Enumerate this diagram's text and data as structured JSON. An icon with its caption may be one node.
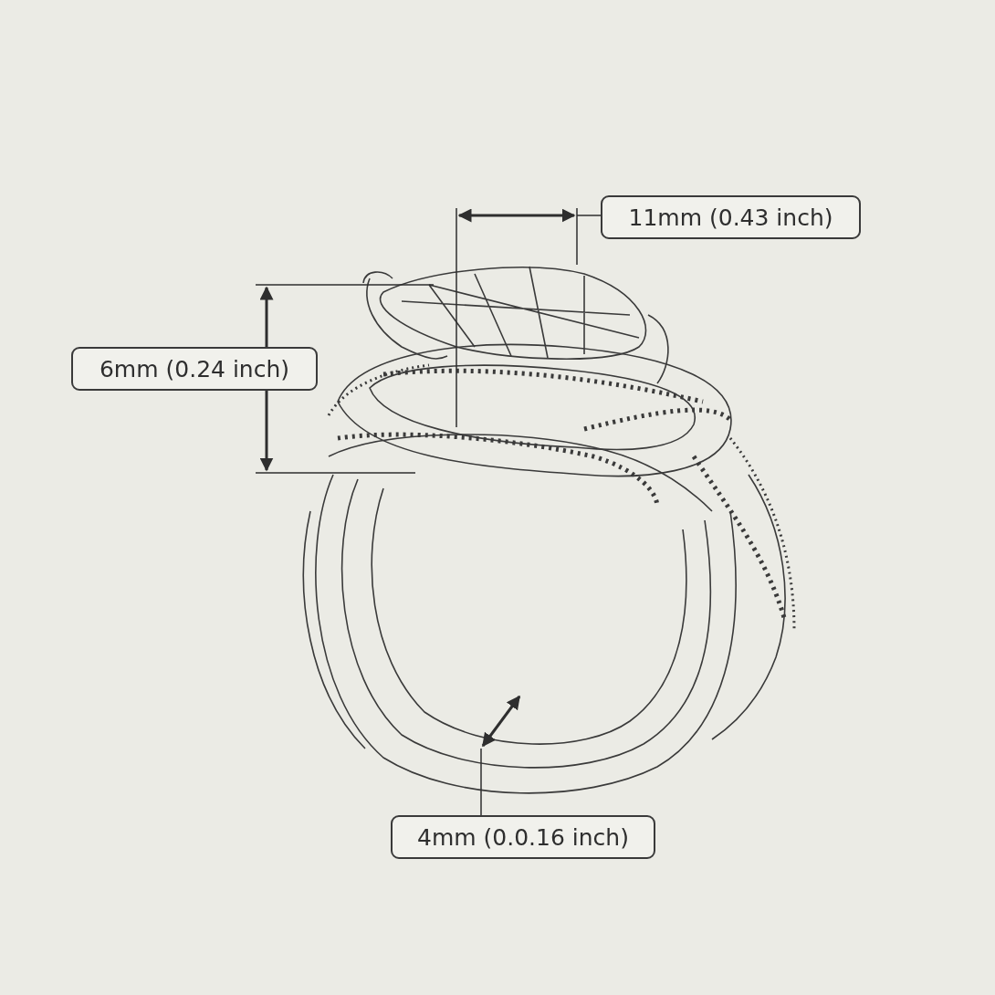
{
  "diagram": {
    "nodes": [
      {
        "text": [
          "11mm (0.43 inch)"
        ]
      },
      {
        "text": [
          "6mm (0.24 inch)"
        ]
      },
      {
        "text": [
          "4mm (0.0.16 inch)"
        ]
      }
    ]
  }
}
